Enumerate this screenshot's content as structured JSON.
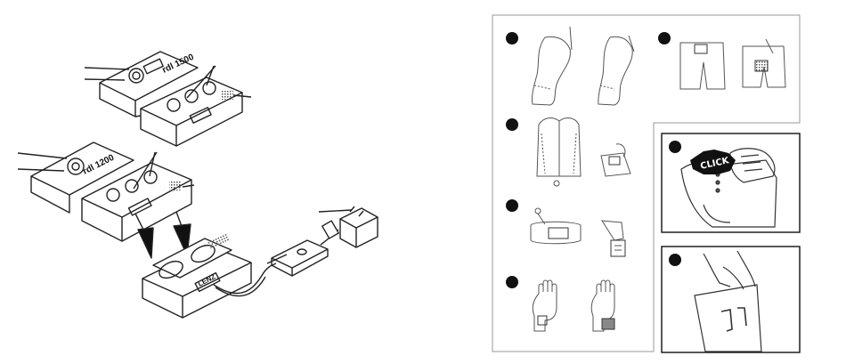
{
  "devices": {
    "unit_a": {
      "label": "rdl 1500"
    },
    "unit_b": {
      "label": "rdl 1200"
    },
    "left_cap": {
      "label": "LENZ"
    }
  },
  "steps": {
    "boots": {
      "marker": "●"
    },
    "pants": {
      "marker": "●"
    },
    "vest": {
      "marker": "●"
    },
    "belt": {
      "marker": "●"
    },
    "gloves": {
      "marker": "●"
    },
    "click_insert": {
      "marker": "●",
      "badge": "CLICK"
    },
    "cuff": {
      "marker": "●"
    }
  }
}
